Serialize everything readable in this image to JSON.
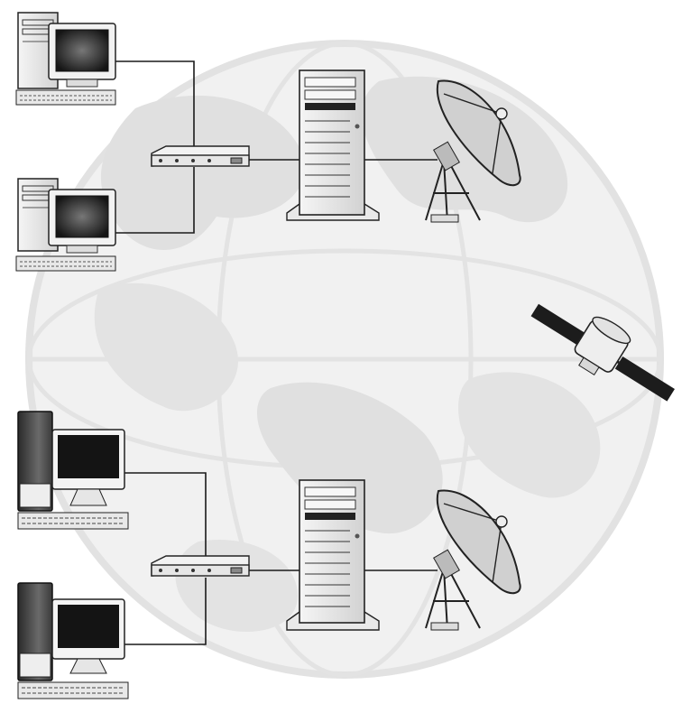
{
  "diagram": {
    "sites": [
      {
        "workstations": [
          "workstation-a1",
          "workstation-a2"
        ],
        "hub": "hub-a",
        "server": "server-a",
        "dish": "dish-a"
      },
      {
        "workstations": [
          "workstation-b1",
          "workstation-b2"
        ],
        "hub": "hub-b",
        "server": "server-b",
        "dish": "dish-b"
      }
    ],
    "satellite": "satellite",
    "background": "globe-map"
  },
  "colors": {
    "line": "#1a1a1a",
    "casing": "#ececec",
    "casing_dark": "#4a4a4a",
    "screen": "#151515",
    "globe": "#e9e9e9",
    "land": "#d9d9d9",
    "dish": "#d0d0d0"
  }
}
